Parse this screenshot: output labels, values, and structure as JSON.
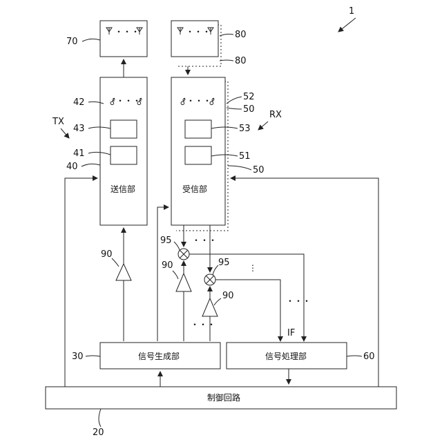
{
  "figure_number": "1",
  "blocks": {
    "transmitter": "送信部",
    "receiver": "受信部",
    "signal_generator": "信号生成部",
    "signal_processor": "信号処理部",
    "control_circuit": "制御回路"
  },
  "group_labels": {
    "tx": "TX",
    "rx": "RX",
    "if": "IF"
  },
  "refs": {
    "r70": "70",
    "r80a": "80",
    "r80b": "80",
    "r42": "42",
    "r43": "43",
    "r41": "41",
    "r40": "40",
    "r52": "52",
    "r50a": "50",
    "r53": "53",
    "r51": "51",
    "r50b": "50",
    "r95a": "95",
    "r95b": "95",
    "r90a": "90",
    "r90b": "90",
    "r90c": "90",
    "r30": "30",
    "r60": "60",
    "r20": "20"
  },
  "ellipsis": "・・・",
  "vertical_ellipsis": "⋮"
}
